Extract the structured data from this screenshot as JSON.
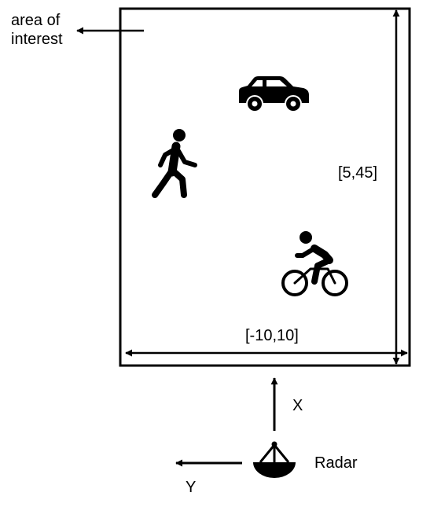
{
  "area": {
    "label_line1": "area of",
    "label_line2": "interest"
  },
  "ranges": {
    "y_range": "[-10,10]",
    "x_range": "[5,45]"
  },
  "axes": {
    "x_label": "X",
    "y_label": "Y"
  },
  "radar": {
    "label": "Radar"
  },
  "icons": [
    "car-icon",
    "pedestrian-icon",
    "cyclist-icon",
    "radar-icon"
  ],
  "colors": {
    "stroke": "#000000",
    "background": "#ffffff"
  }
}
